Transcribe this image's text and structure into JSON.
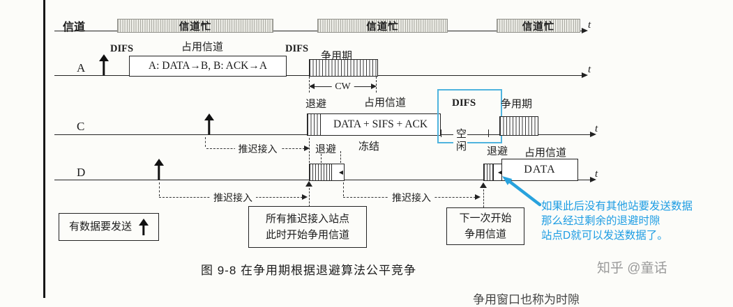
{
  "colors": {
    "accent_blue": "#1e9de3",
    "highlight_rect": "#4fb3de",
    "ink": "#1c1c1c",
    "paper": "#fcfcf9"
  },
  "axis": {
    "t": "t"
  },
  "channel": {
    "label": "信道",
    "busy": "信道忙"
  },
  "row_a": {
    "label": "A",
    "difs": "DIFS",
    "occupy": "占用信道",
    "frame": "A: DATA→B,  B: ACK→A",
    "contention": "争用期",
    "cw": "CW"
  },
  "row_c": {
    "label": "C",
    "backoff": "退避",
    "occupy": "占用信道",
    "frame": "DATA + SIFS + ACK",
    "difs": "DIFS",
    "contention": "争用期",
    "idle": "空闲"
  },
  "mid": {
    "defer": "推迟接入",
    "backoff": "退避",
    "freeze": "冻结"
  },
  "row_d": {
    "label": "D",
    "backoff": "退避",
    "occupy": "占用信道",
    "frame": "DATA"
  },
  "notes": {
    "send_box": "有数据要发送",
    "all_defer_line1": "所有推迟接入站点",
    "all_defer_line2": "此时开始争用信道",
    "next_line1": "下一次开始",
    "next_line2": "争用信道",
    "blue_line1": "如果此后没有其他站要发送数据",
    "blue_line2": "那么经过剩余的退避时隙",
    "blue_line3": "站点D就可以发送数据了。"
  },
  "footer": {
    "caption": "图 9-8  在争用期根据退避算法公平竞争",
    "watermark": "知乎 @童话",
    "partial_text": "争用窗口也称为时隙"
  }
}
